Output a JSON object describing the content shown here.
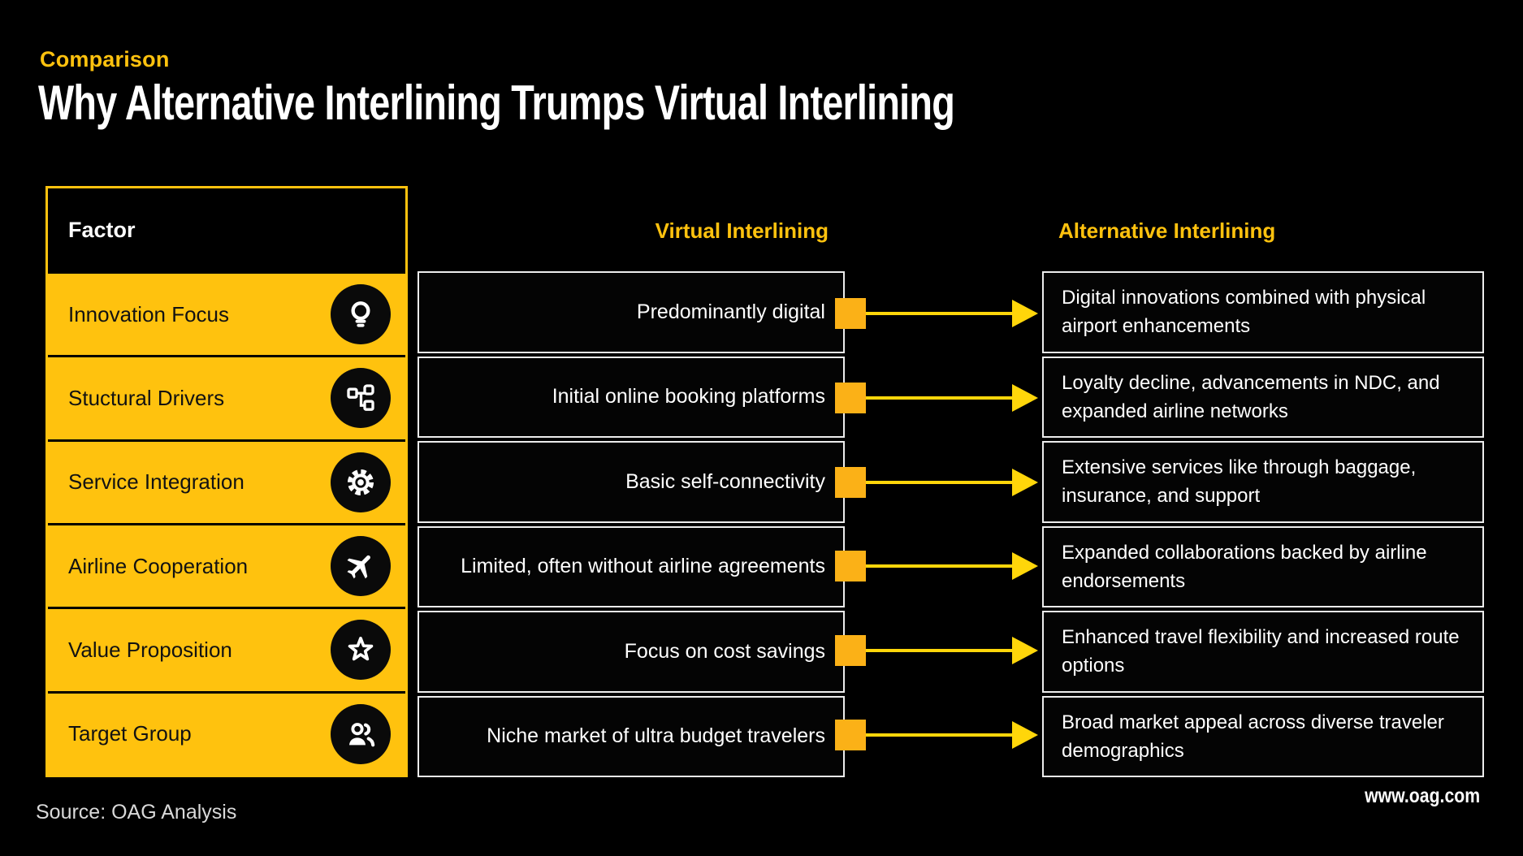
{
  "page": {
    "tag": "Comparison",
    "title": "Why Alternative Interlining Trumps Virtual Interlining",
    "source": "Source: OAG Analysis",
    "website": "www.oag.com"
  },
  "colors": {
    "background": "#000000",
    "brand_yellow": "#FFC20E",
    "arrow_yellow": "#FFD60A",
    "square_orange": "#FBB117",
    "cell_border": "#EDEDED",
    "text_white": "#FFFFFF",
    "factor_text": "#121212"
  },
  "table": {
    "factor_header": "Factor",
    "virtual_header": "Virtual Interlining",
    "alternative_header": "Alternative Interlining",
    "rows": [
      {
        "factor": "Innovation Focus",
        "icon": "lightbulb-icon",
        "virtual": "Predominantly digital",
        "alternative": "Digital innovations combined with physical airport enhancements"
      },
      {
        "factor": "Stuctural Drivers",
        "icon": "workflow-icon",
        "virtual": "Initial online booking platforms",
        "alternative": "Loyalty decline, advancements in NDC, and expanded airline networks"
      },
      {
        "factor": "Service Integration",
        "icon": "gear-icon",
        "virtual": "Basic self-connectivity",
        "alternative": "Extensive services like through baggage, insurance, and support"
      },
      {
        "factor": "Airline Cooperation",
        "icon": "airplane-icon",
        "virtual": "Limited, often without airline agreements",
        "alternative": "Expanded collaborations backed by airline endorsements"
      },
      {
        "factor": "Value Proposition",
        "icon": "star-icon",
        "virtual": "Focus on cost savings",
        "alternative": "Enhanced travel flexibility and increased route options"
      },
      {
        "factor": "Target Group",
        "icon": "people-icon",
        "virtual": "Niche market of ultra budget travelers",
        "alternative": "Broad market appeal across diverse traveler demographics"
      }
    ]
  }
}
